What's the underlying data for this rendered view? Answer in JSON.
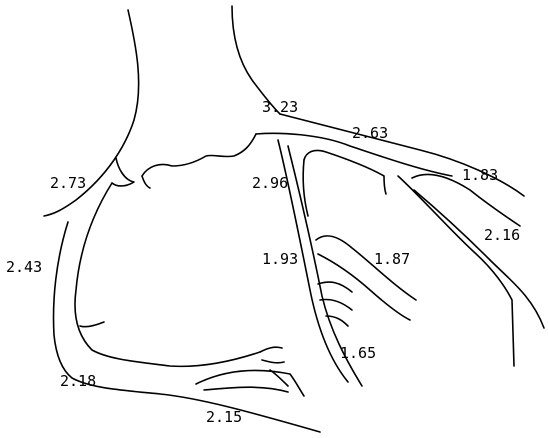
{
  "diagram": {
    "labels": [
      {
        "id": "l1",
        "text": "3.23"
      },
      {
        "id": "l2",
        "text": "2.63"
      },
      {
        "id": "l3",
        "text": "1.83"
      },
      {
        "id": "l4",
        "text": "2.16"
      },
      {
        "id": "l5",
        "text": "2.73"
      },
      {
        "id": "l6",
        "text": "2.96"
      },
      {
        "id": "l7",
        "text": "2.43"
      },
      {
        "id": "l8",
        "text": "1.93"
      },
      {
        "id": "l9",
        "text": "1.87"
      },
      {
        "id": "l10",
        "text": "1.65"
      },
      {
        "id": "l11",
        "text": "2.18"
      },
      {
        "id": "l12",
        "text": "2.15"
      }
    ]
  }
}
